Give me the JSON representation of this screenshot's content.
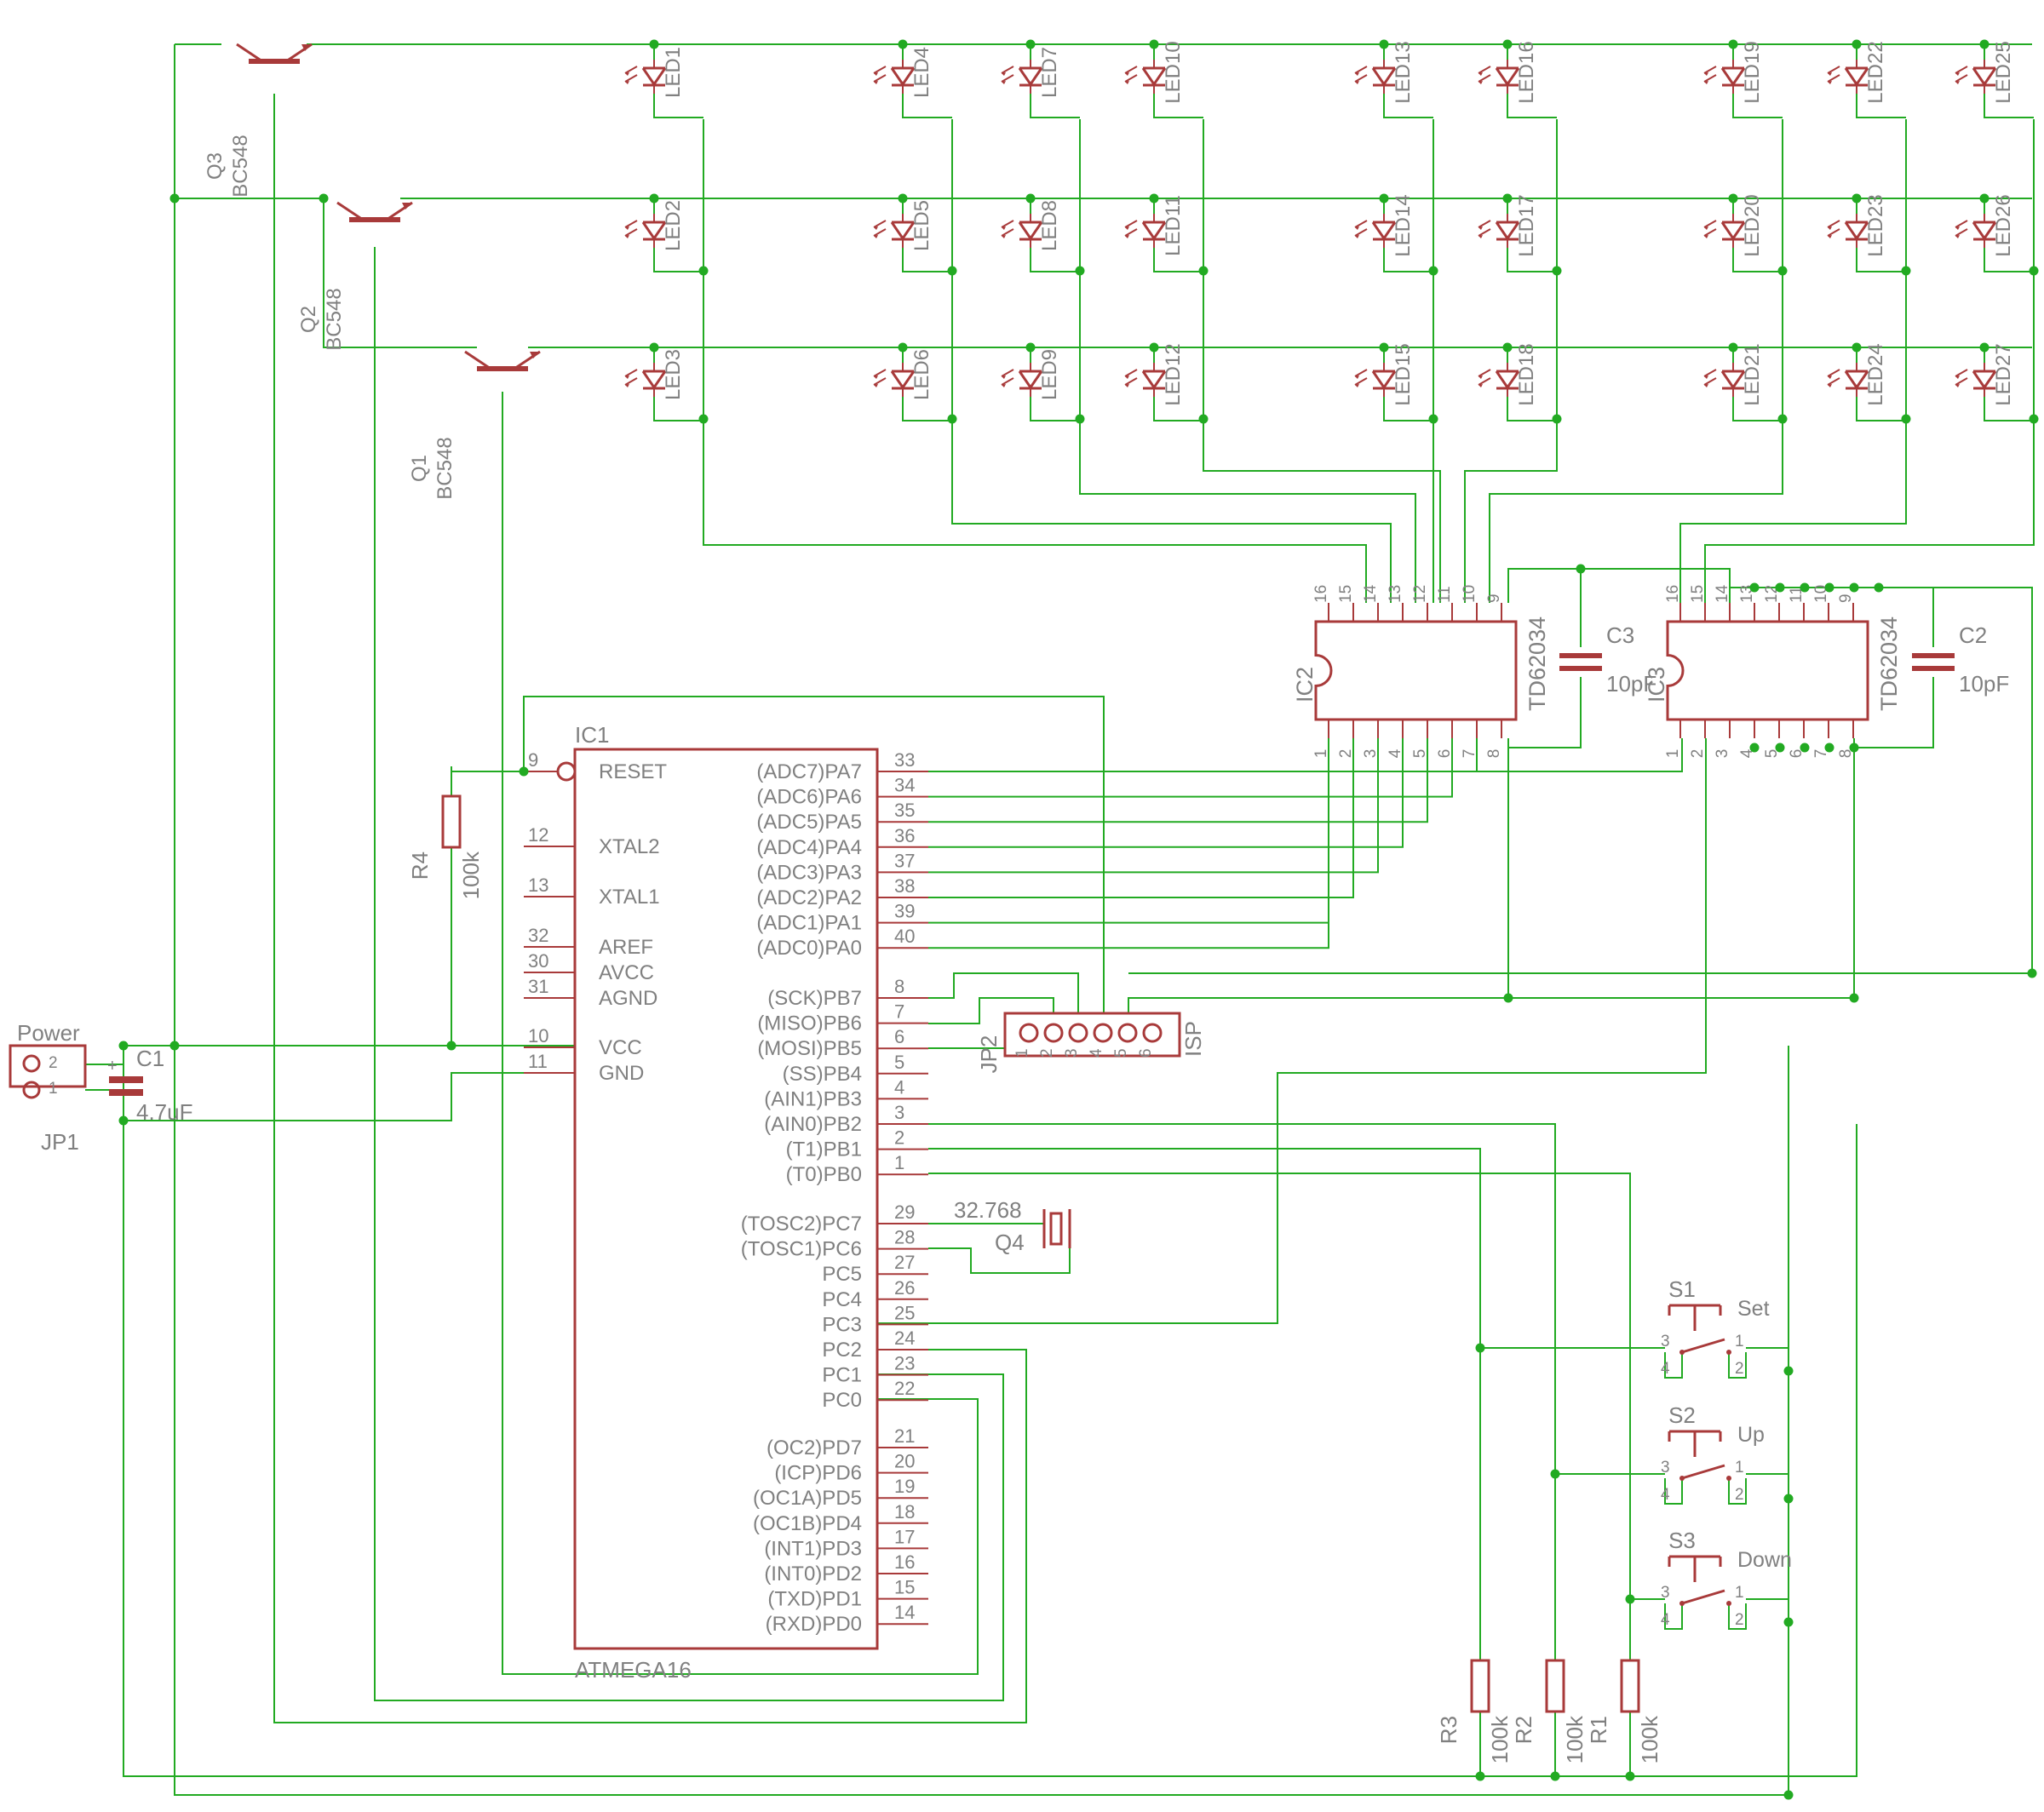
{
  "transistors": [
    {
      "ref": "Q3",
      "value": "BC548"
    },
    {
      "ref": "Q2",
      "value": "BC548"
    },
    {
      "ref": "Q1",
      "value": "BC548"
    }
  ],
  "leds": [
    "LED1",
    "LED2",
    "LED3",
    "LED4",
    "LED5",
    "LED6",
    "LED7",
    "LED8",
    "LED9",
    "LED10",
    "LED11",
    "LED12",
    "LED13",
    "LED14",
    "LED15",
    "LED16",
    "LED17",
    "LED18",
    "LED19",
    "LED20",
    "LED21",
    "LED22",
    "LED23",
    "LED24",
    "LED25",
    "LED26",
    "LED27"
  ],
  "drivers": [
    {
      "ref": "IC2",
      "value": "TD62034"
    },
    {
      "ref": "IC3",
      "value": "TD62034"
    }
  ],
  "driver_pins_top": [
    "16",
    "15",
    "14",
    "13",
    "12",
    "11",
    "10",
    "9"
  ],
  "driver_pins_bottom": [
    "1",
    "2",
    "3",
    "4",
    "5",
    "6",
    "7",
    "8"
  ],
  "capacitors": [
    {
      "ref": "C3",
      "value": "10pF"
    },
    {
      "ref": "C2",
      "value": "10pF"
    },
    {
      "ref": "C1",
      "value": "4.7uF"
    }
  ],
  "mcu": {
    "ref": "IC1",
    "value": "ATMEGA16",
    "left_pins": [
      {
        "num": "9",
        "name": "RESET"
      },
      {
        "num": "12",
        "name": "XTAL2"
      },
      {
        "num": "13",
        "name": "XTAL1"
      },
      {
        "num": "32",
        "name": "AREF"
      },
      {
        "num": "30",
        "name": "AVCC"
      },
      {
        "num": "31",
        "name": "AGND"
      },
      {
        "num": "10",
        "name": "VCC"
      },
      {
        "num": "11",
        "name": "GND"
      }
    ],
    "right_pins": [
      {
        "num": "33",
        "name": "(ADC7)PA7"
      },
      {
        "num": "34",
        "name": "(ADC6)PA6"
      },
      {
        "num": "35",
        "name": "(ADC5)PA5"
      },
      {
        "num": "36",
        "name": "(ADC4)PA4"
      },
      {
        "num": "37",
        "name": "(ADC3)PA3"
      },
      {
        "num": "38",
        "name": "(ADC2)PA2"
      },
      {
        "num": "39",
        "name": "(ADC1)PA1"
      },
      {
        "num": "40",
        "name": "(ADC0)PA0"
      },
      {
        "num": "8",
        "name": "(SCK)PB7"
      },
      {
        "num": "7",
        "name": "(MISO)PB6"
      },
      {
        "num": "6",
        "name": "(MOSI)PB5"
      },
      {
        "num": "5",
        "name": "(SS)PB4"
      },
      {
        "num": "4",
        "name": "(AIN1)PB3"
      },
      {
        "num": "3",
        "name": "(AIN0)PB2"
      },
      {
        "num": "2",
        "name": "(T1)PB1"
      },
      {
        "num": "1",
        "name": "(T0)PB0"
      },
      {
        "num": "29",
        "name": "(TOSC2)PC7"
      },
      {
        "num": "28",
        "name": "(TOSC1)PC6"
      },
      {
        "num": "27",
        "name": "PC5"
      },
      {
        "num": "26",
        "name": "PC4"
      },
      {
        "num": "25",
        "name": "PC3"
      },
      {
        "num": "24",
        "name": "PC2"
      },
      {
        "num": "23",
        "name": "PC1"
      },
      {
        "num": "22",
        "name": "PC0"
      },
      {
        "num": "21",
        "name": "(OC2)PD7"
      },
      {
        "num": "20",
        "name": "(ICP)PD6"
      },
      {
        "num": "19",
        "name": "(OC1A)PD5"
      },
      {
        "num": "18",
        "name": "(OC1B)PD4"
      },
      {
        "num": "17",
        "name": "(INT1)PD3"
      },
      {
        "num": "16",
        "name": "(INT0)PD2"
      },
      {
        "num": "15",
        "name": "(TXD)PD1"
      },
      {
        "num": "14",
        "name": "(RXD)PD0"
      }
    ]
  },
  "resistors": [
    {
      "ref": "R4",
      "value": "100k"
    },
    {
      "ref": "R3",
      "value": "100k"
    },
    {
      "ref": "R2",
      "value": "100k"
    },
    {
      "ref": "R1",
      "value": "100k"
    }
  ],
  "isp": {
    "ref": "JP2",
    "value": "ISP",
    "pins": [
      "1",
      "2",
      "3",
      "4",
      "5",
      "6"
    ]
  },
  "power": {
    "ref": "JP1",
    "value": "Power",
    "pins": [
      "2",
      "1"
    ],
    "plus": "+"
  },
  "crystal": {
    "ref": "Q4",
    "value": "32.768"
  },
  "switches": [
    {
      "ref": "S1",
      "value": "Set"
    },
    {
      "ref": "S2",
      "value": "Up"
    },
    {
      "ref": "S3",
      "value": "Down"
    }
  ],
  "switch_pins": [
    "3",
    "1",
    "4",
    "2"
  ],
  "colors": {
    "wire": "#22aa22",
    "part": "#a83a3a",
    "text": "#808080",
    "background": "#ffffff"
  }
}
